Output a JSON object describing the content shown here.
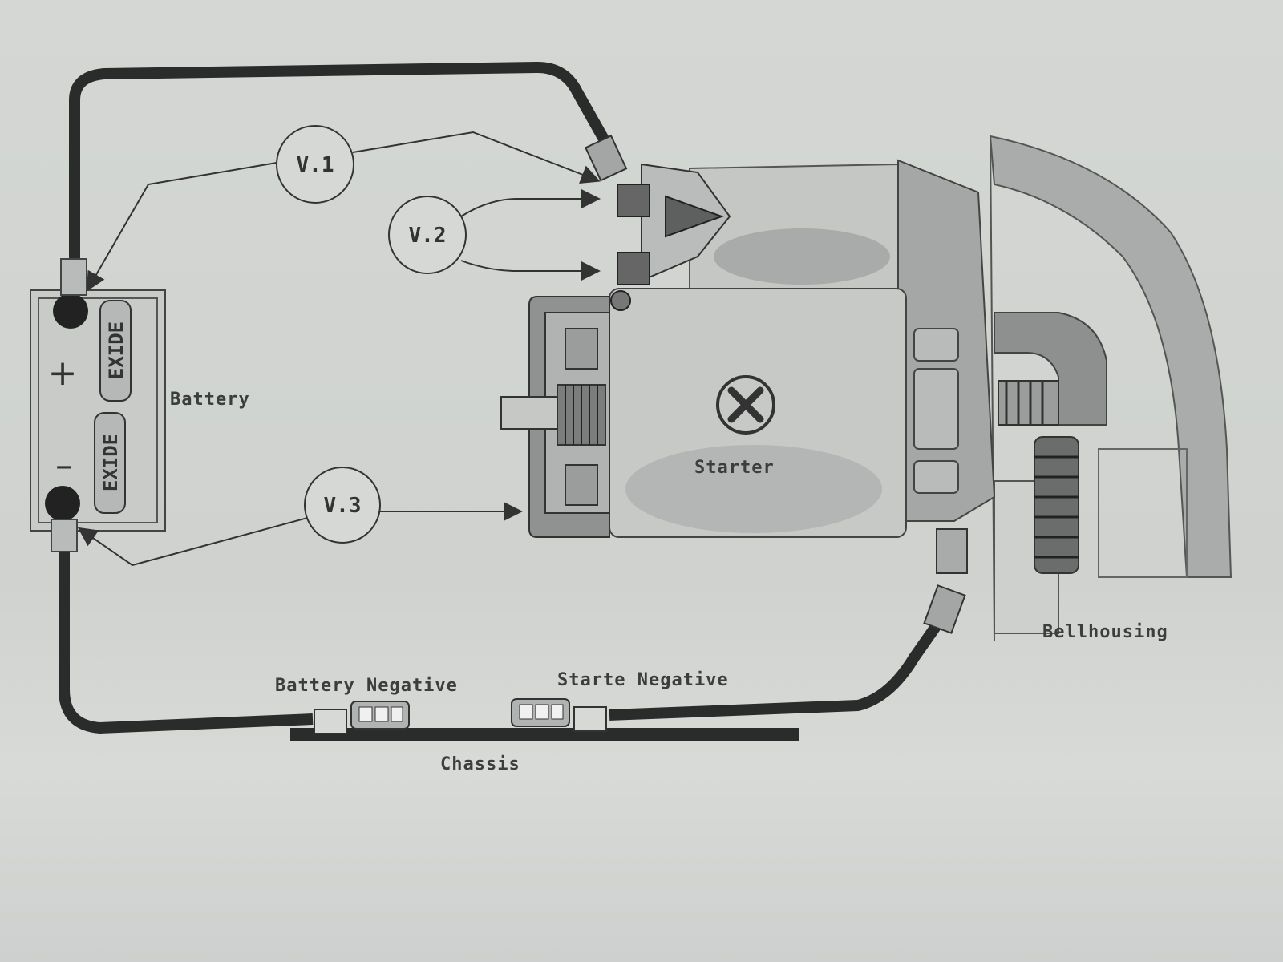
{
  "labels": {
    "battery": "Battery",
    "starter": "Starter",
    "bellhousing": "Bellhousing",
    "battery_negative": "Battery Negative",
    "starter_negative": "Starte Negative",
    "chassis": "Chassis"
  },
  "voltage_points": {
    "v1": "V.1",
    "v2": "V.2",
    "v3": "V.3"
  },
  "battery": {
    "brand_top": "EXIDE",
    "brand_bottom": "EXIDE",
    "positive_sign": "+",
    "negative_sign": "–"
  },
  "colors": {
    "cable": "#2a2b2b",
    "line": "#444545",
    "paper": "#d2d5d2"
  }
}
